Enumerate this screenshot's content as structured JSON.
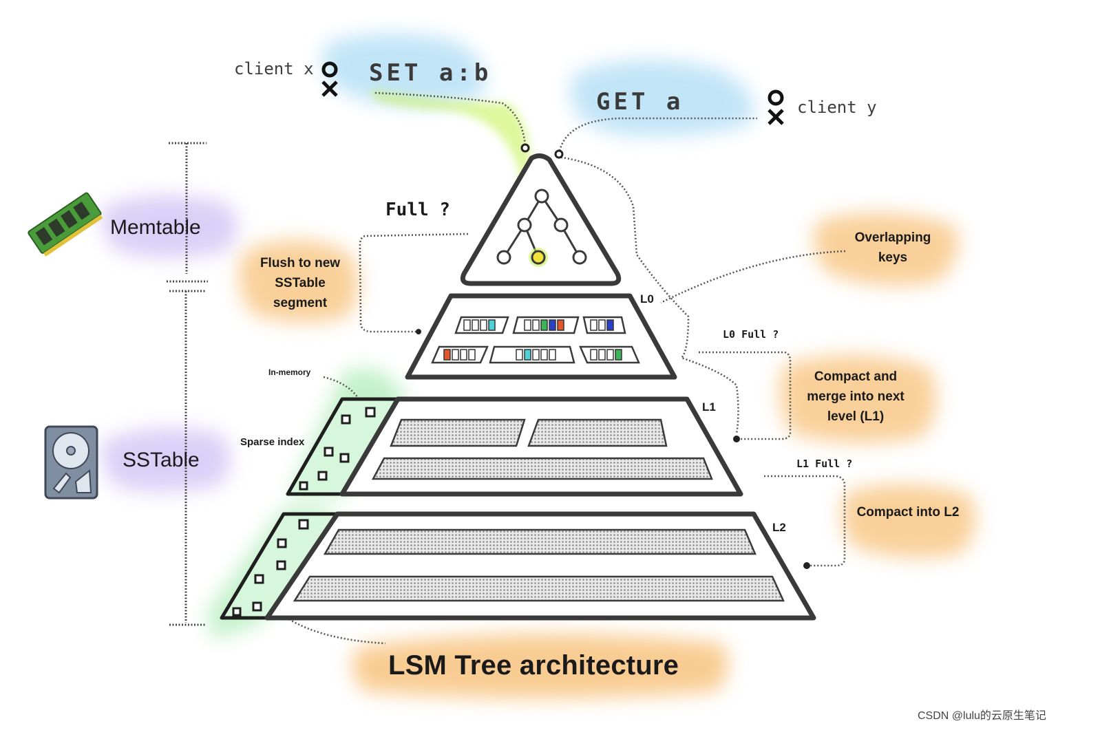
{
  "client_x": {
    "label": "client x"
  },
  "client_y": {
    "label": "client y"
  },
  "commands": {
    "set": "SET a:b",
    "get": "GET a"
  },
  "labels": {
    "full_question": "Full ?",
    "memtable": "Memtable",
    "sstable": "SSTable",
    "in_memory": "In-memory",
    "sparse_index": "Sparse index"
  },
  "levels": {
    "l0": "L0",
    "l1": "L1",
    "l2": "L2"
  },
  "conditions": {
    "l0_full": "L0 Full ?",
    "l1_full": "L1 Full ?"
  },
  "notes": {
    "flush": "Flush to new SSTable segment",
    "overlapping": "Overlapping keys",
    "compact_l1": "Compact and merge into next level (L1)",
    "compact_l2": "Compact into L2"
  },
  "title": "LSM Tree architecture",
  "watermark": "CSDN @lulu的云原生笔记",
  "icons": [
    "ram-stick-icon",
    "hard-disk-icon",
    "user-icon-client-x",
    "user-icon-client-y"
  ],
  "colors": {
    "outline": "#3a3a3a",
    "orange_wash": "#f6b765",
    "blue_wash": "#8fcff2",
    "purple_wash": "#c3b1f2",
    "green_glow": "#7be08a",
    "lime_glow": "#c8f25a",
    "highlight_node": "#f2e33a",
    "key_teal": "#4fd1d9",
    "key_green": "#3bb55a",
    "key_blue": "#2b3fc9",
    "key_red": "#e2562a"
  }
}
